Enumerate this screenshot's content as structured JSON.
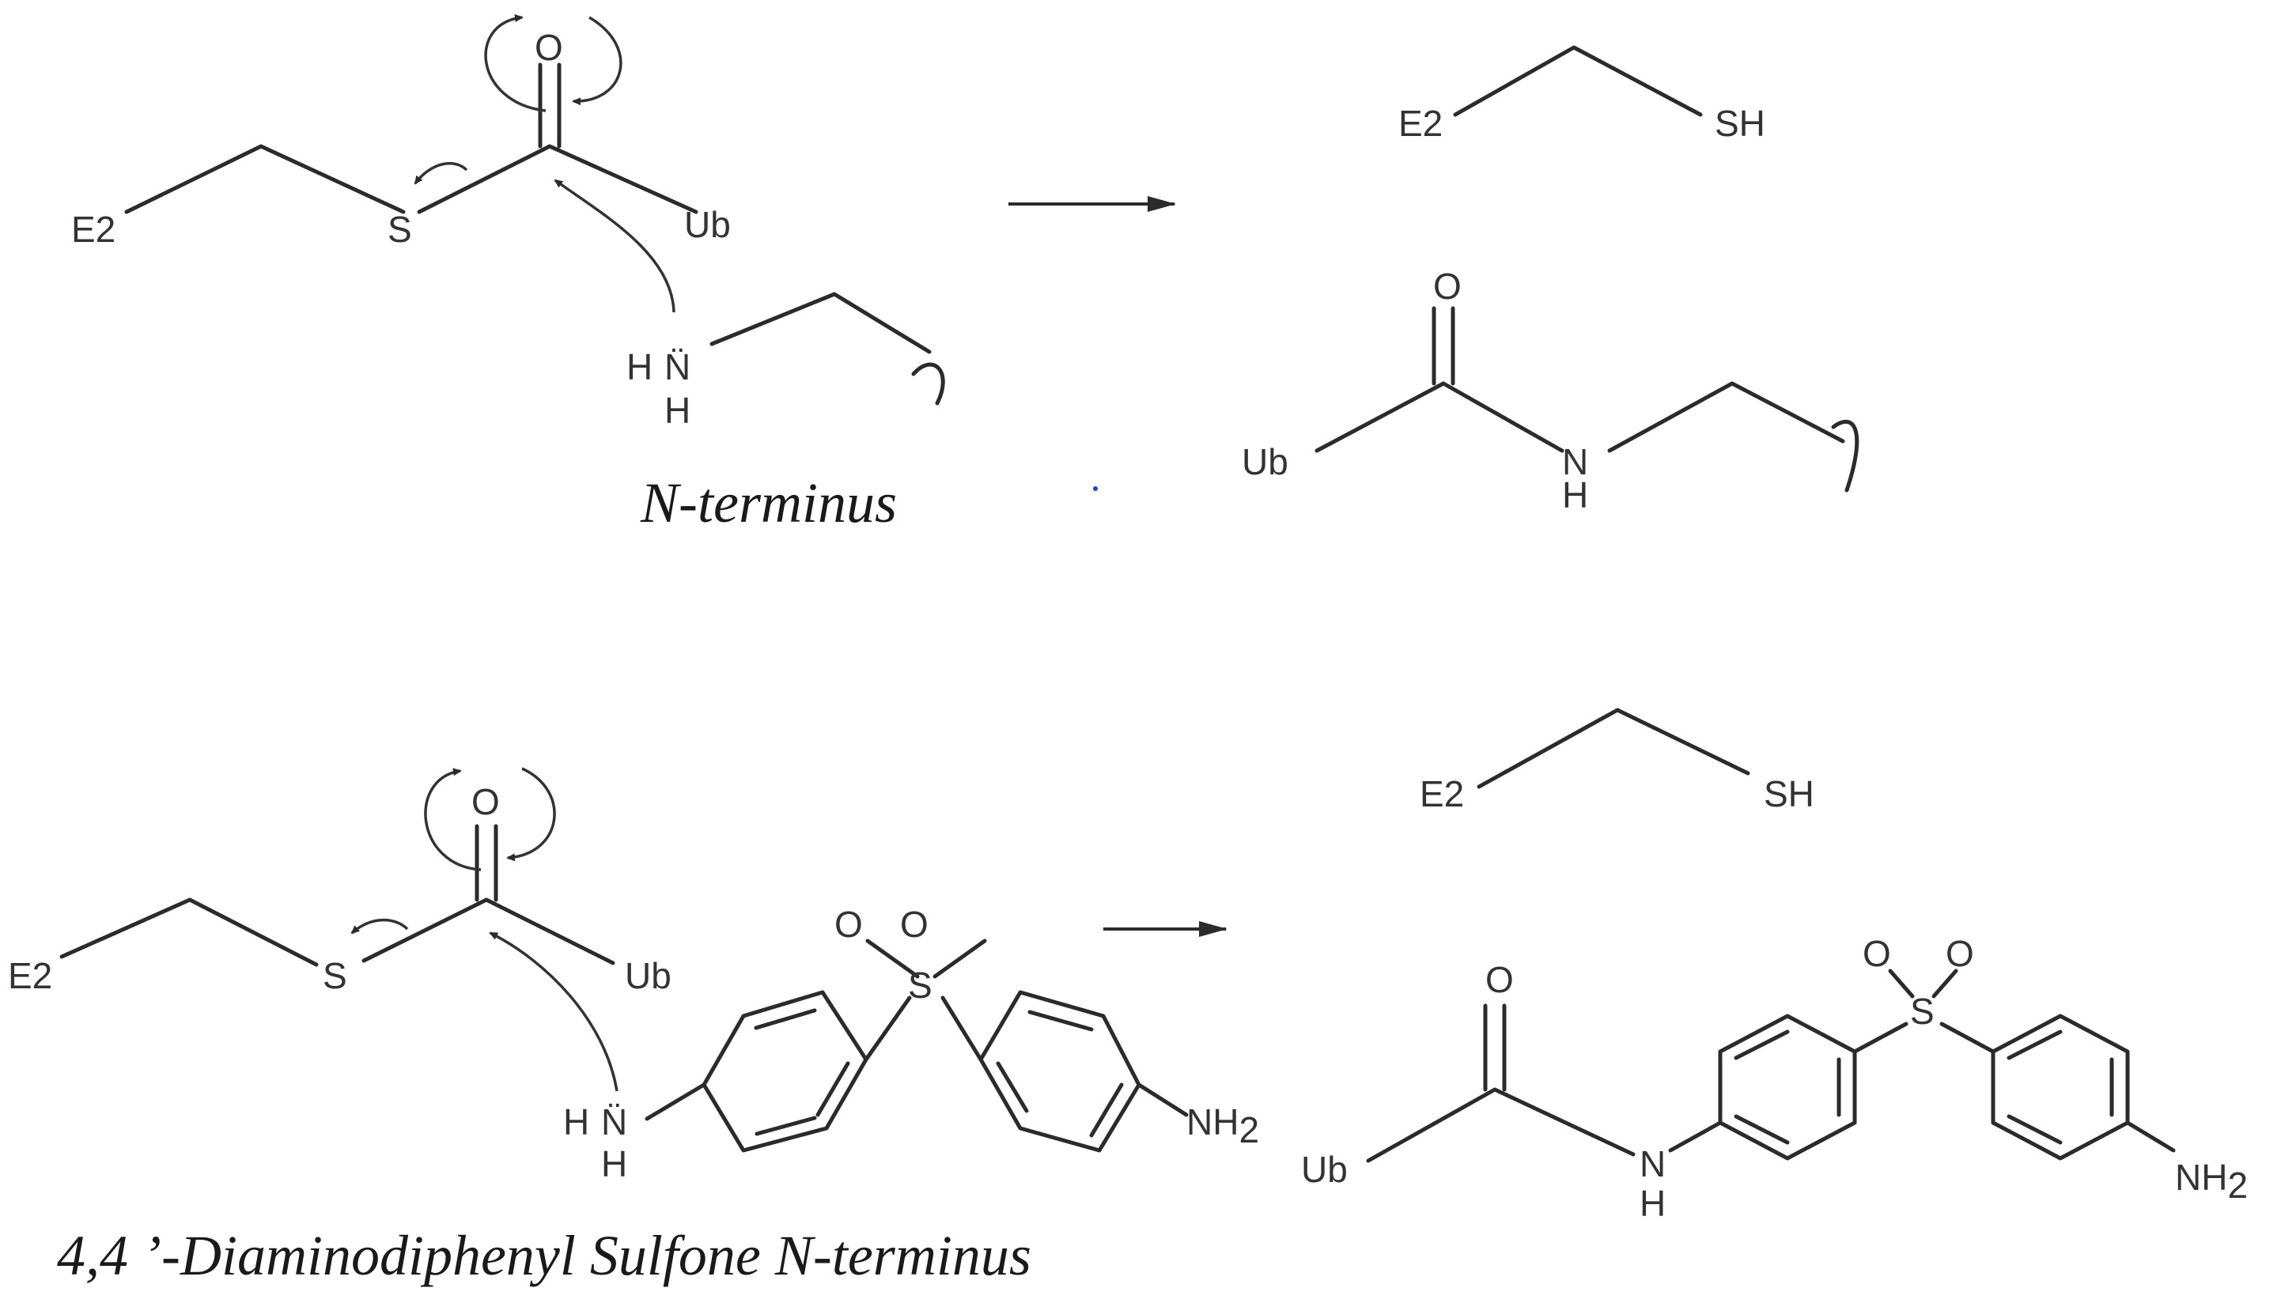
{
  "atoms": {
    "e2": "E2",
    "s": "S",
    "o": "O",
    "ub": "Ub",
    "sh": "SH",
    "h": "H",
    "n": "N",
    "n_lone_pair": "N̈",
    "nh2": "NH",
    "nh2_sub": "2"
  },
  "captions": {
    "top": "N-terminus",
    "bottom": "4,4 ’-Diaminodiphenyl Sulfone N-terminus"
  },
  "colors": {
    "ink": "#2b2b2b",
    "text": "#333333",
    "stray_dot": "#1f3fd0"
  }
}
